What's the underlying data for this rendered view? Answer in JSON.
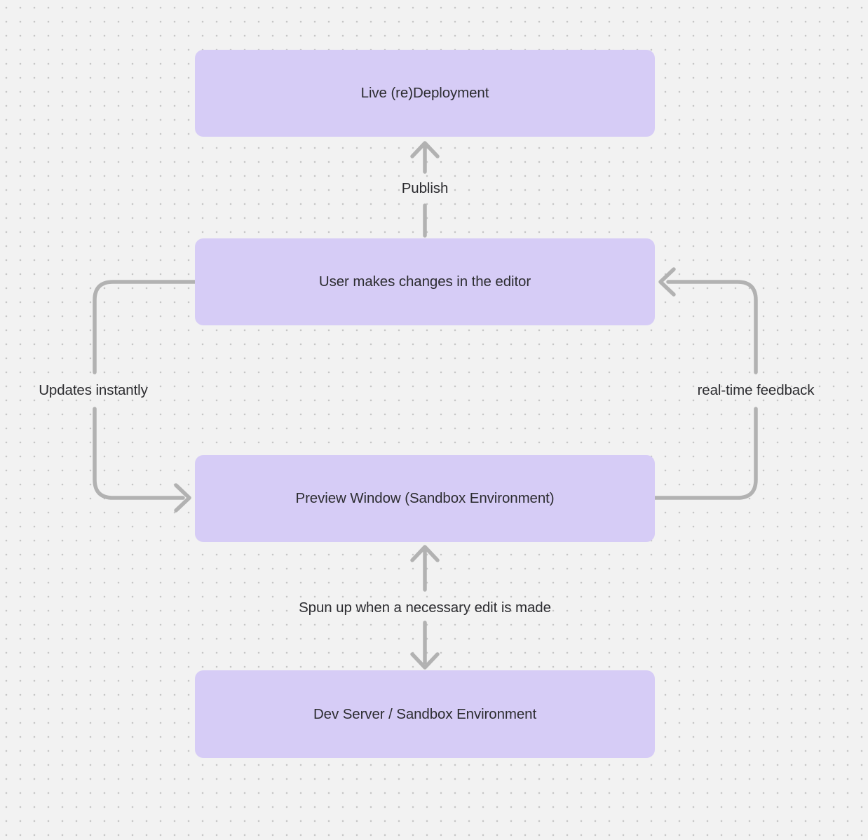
{
  "colors": {
    "background": "#f2f2f2",
    "grid_dot": "#c6c6c6",
    "node_fill": "#d6ccf6",
    "connector": "#b2b2b2",
    "text": "#2c2c30"
  },
  "nodes": [
    {
      "id": "live-deployment",
      "label": "Live (re)Deployment"
    },
    {
      "id": "user-edits",
      "label": "User makes changes in the editor"
    },
    {
      "id": "preview-window",
      "label": "Preview Window (Sandbox Environment)"
    },
    {
      "id": "dev-server",
      "label": "Dev Server / Sandbox Environment"
    }
  ],
  "edges": [
    {
      "id": "publish",
      "label": "Publish",
      "from": "user-edits",
      "to": "live-deployment",
      "direction": "up"
    },
    {
      "id": "updates-instantly",
      "label": "Updates instantly",
      "from": "user-edits",
      "to": "preview-window",
      "direction": "left-loop"
    },
    {
      "id": "real-time-feedback",
      "label": "real-time feedback",
      "from": "preview-window",
      "to": "user-edits",
      "direction": "right-loop"
    },
    {
      "id": "spun-up",
      "label": "Spun up when a necessary edit is made",
      "from": "preview-window",
      "to": "dev-server",
      "direction": "bidirectional"
    }
  ]
}
